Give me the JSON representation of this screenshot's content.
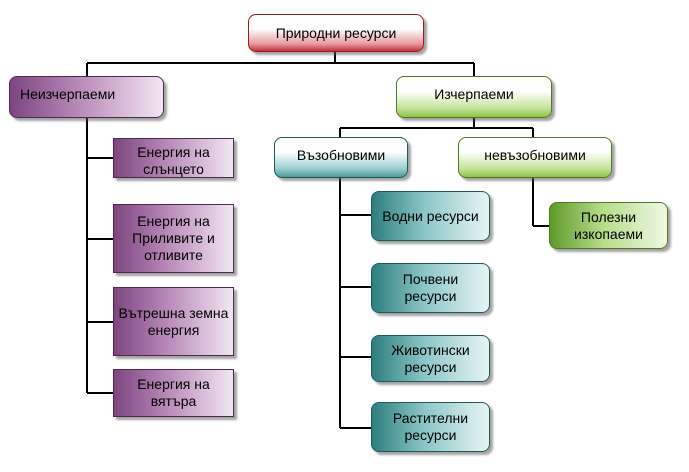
{
  "diagram": {
    "root": {
      "label": "Природни ресурси",
      "color": "#c4303b"
    },
    "non_exhaustible": {
      "label": "Неизчерпаеми",
      "color": "#7d4580",
      "items": [
        {
          "label": "Енергия на слънцето"
        },
        {
          "label": "Енергия на Приливите и отливите"
        },
        {
          "label": "Вътрешна земна енергия"
        },
        {
          "label": "Енергия на вятъра"
        }
      ]
    },
    "exhaustible": {
      "label": "Изчерпаеми",
      "color": "#8fc24a",
      "renewable": {
        "label": "Възобновими",
        "color": "#4a9a9a",
        "items": [
          {
            "label": "Водни ресурси"
          },
          {
            "label": "Почвени ресурси"
          },
          {
            "label": "Животински ресурси"
          },
          {
            "label": "Растителни ресурси"
          }
        ]
      },
      "non_renewable": {
        "label": "невъзобновими",
        "color": "#8fc24a",
        "items": [
          {
            "label": "Полезни изкопаеми"
          }
        ]
      }
    }
  }
}
